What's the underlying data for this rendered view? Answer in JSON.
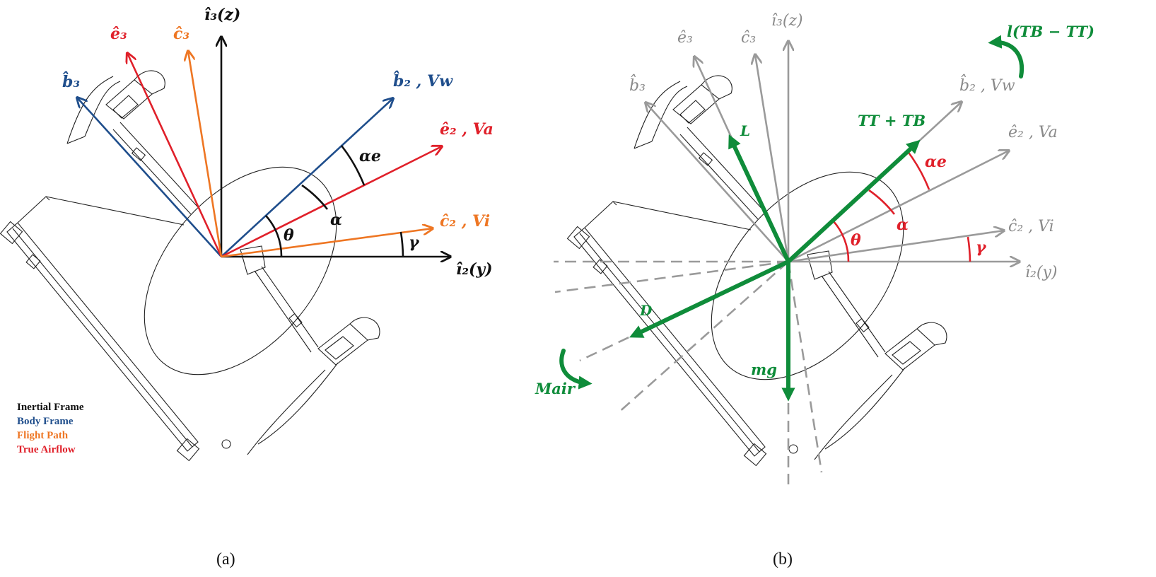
{
  "colors": {
    "black": "#111111",
    "blue": "#1f4e8c",
    "orange": "#ee7623",
    "red": "#e0202a",
    "green": "#0f8c3a",
    "gray": "#9a9a9a",
    "darkgray": "#8a8a8a"
  },
  "panel_a": {
    "caption": "(a)",
    "labels": {
      "i3": "î₃(z)",
      "i2": "î₂(y)",
      "b3": "b̂₃",
      "e3": "ê₃",
      "c3": "ĉ₃",
      "b2": "b̂₂ , Vw",
      "e2": "ê₂ , Va",
      "c2": "ĉ₂ , Vi",
      "alpha_e": "αe",
      "alpha": "α",
      "theta": "θ",
      "gamma": "γ"
    },
    "legend": [
      {
        "text": "Inertial Frame",
        "color": "#111111"
      },
      {
        "text": "Body Frame",
        "color": "#1f4e8c"
      },
      {
        "text": "Flight Path",
        "color": "#ee7623"
      },
      {
        "text": "True Airflow",
        "color": "#e0202a"
      }
    ]
  },
  "panel_b": {
    "caption": "(b)",
    "labels": {
      "i3": "î₃(z)",
      "i2": "î₂(y)",
      "b3": "b̂₃",
      "e3": "ê₃",
      "c3": "ĉ₃",
      "b2": "b̂₂ , Vw",
      "e2": "ê₂ , Va",
      "c2": "ĉ₂ , Vi",
      "alpha_e": "αe",
      "alpha": "α",
      "theta": "θ",
      "gamma": "γ",
      "L": "L",
      "D": "D",
      "mg": "mg",
      "thrust": "TT + TB",
      "moment": "l(TB − TT)",
      "mair": "Mair"
    }
  }
}
